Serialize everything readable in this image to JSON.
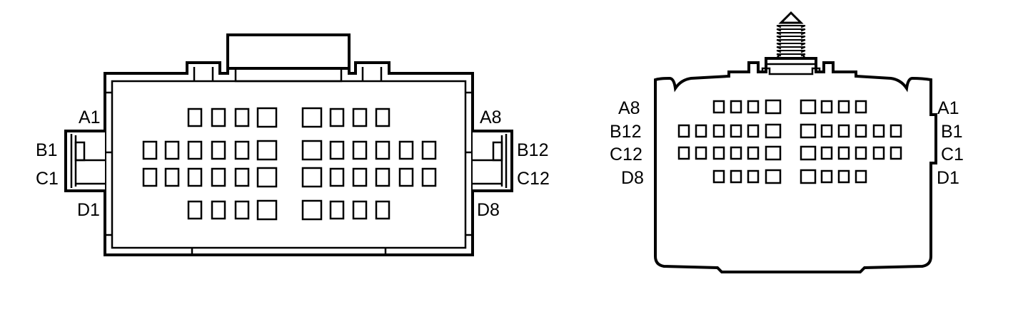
{
  "left_connector": {
    "labels": {
      "a1": "A1",
      "b1": "B1",
      "c1": "C1",
      "d1": "D1",
      "a8": "A8",
      "b12": "B12",
      "c12": "C12",
      "d8": "D8"
    }
  },
  "right_connector": {
    "labels": {
      "a8": "A8",
      "b12": "B12",
      "c12": "C12",
      "d8": "D8",
      "a1": "A1",
      "b1": "B1",
      "c1": "C1",
      "d1": "D1"
    }
  }
}
